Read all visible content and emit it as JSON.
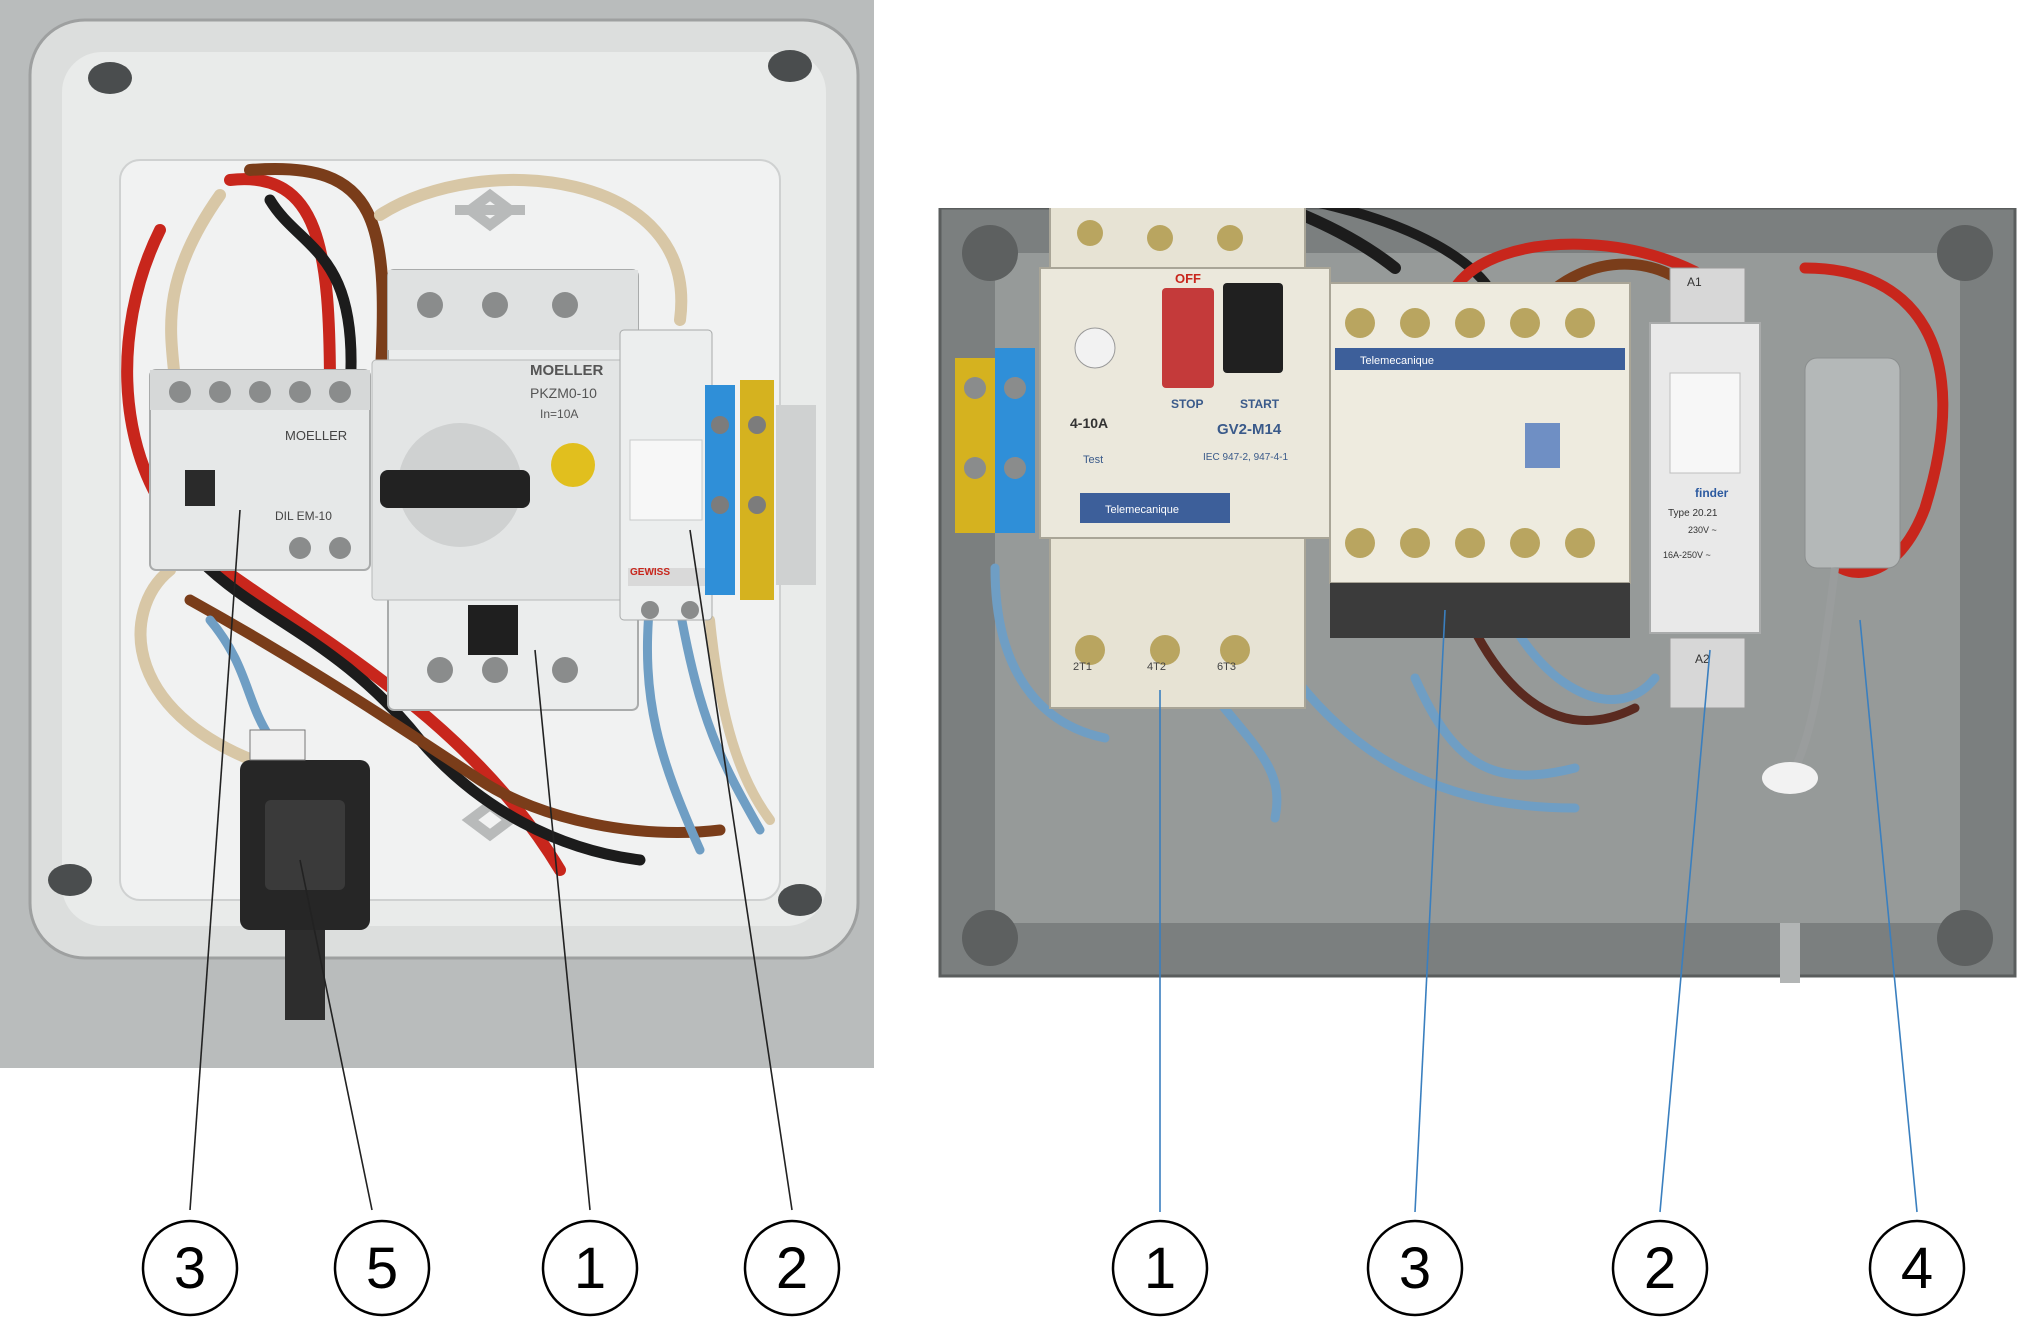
{
  "figure": {
    "left_photo": {
      "device_text": {
        "breaker_brand": "MOELLER",
        "breaker_model": "PKZM0-10",
        "breaker_rating": "In=10A",
        "contactor_brand": "MOELLER",
        "contactor_model": "DIL EM-10",
        "relay_brand": "GEWISS"
      },
      "callouts": [
        "3",
        "5",
        "1",
        "2"
      ]
    },
    "right_photo": {
      "device_text": {
        "off_label": "OFF",
        "stop_label": "STOP",
        "start_label": "START",
        "breaker_range": "4-10A",
        "breaker_model": "GV2-M14",
        "breaker_standard": "IEC 947-2, 947-4-1",
        "breaker_test": "Test",
        "breaker_brand": "Telemecanique",
        "contactor_brand": "Telemecanique",
        "relay_brand": "finder",
        "relay_type": "Type 20.21",
        "relay_coil": "230V ~",
        "relay_contact": "16A-250V ~",
        "relay_a1": "A1",
        "relay_a2": "A2",
        "term_2": "2T1",
        "term_4": "4T2",
        "term_6": "6T3"
      },
      "callouts": [
        "1",
        "3",
        "2",
        "4"
      ]
    }
  },
  "colors": {
    "leader_line_left": "#222222",
    "leader_line_right": "#3a7fbf",
    "wire_red": "#c8261c",
    "wire_brown": "#7a3d1a",
    "wire_black": "#1c1c1c",
    "wire_blue": "#6f9ec4",
    "wire_beige": "#d8c7a6",
    "earth_yellow": "#d5b21f",
    "neutral_blue": "#2f8fd8"
  }
}
